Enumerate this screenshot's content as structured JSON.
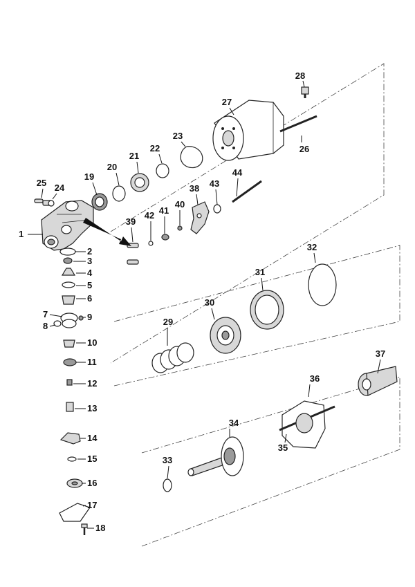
{
  "callouts": [
    "1",
    "2",
    "3",
    "4",
    "5",
    "6",
    "7",
    "8",
    "9",
    "10",
    "11",
    "12",
    "13",
    "14",
    "15",
    "16",
    "17",
    "18",
    "19",
    "20",
    "21",
    "22",
    "23",
    "24",
    "25",
    "26",
    "27",
    "28",
    "29",
    "30",
    "31",
    "32",
    "33",
    "34",
    "35",
    "36",
    "37",
    "38",
    "39",
    "40",
    "41",
    "42",
    "43",
    "44"
  ],
  "colors": {
    "line": "#222222",
    "fill_light": "#d8d8d8",
    "fill_dark": "#9a9a9a",
    "background": "#ffffff"
  }
}
